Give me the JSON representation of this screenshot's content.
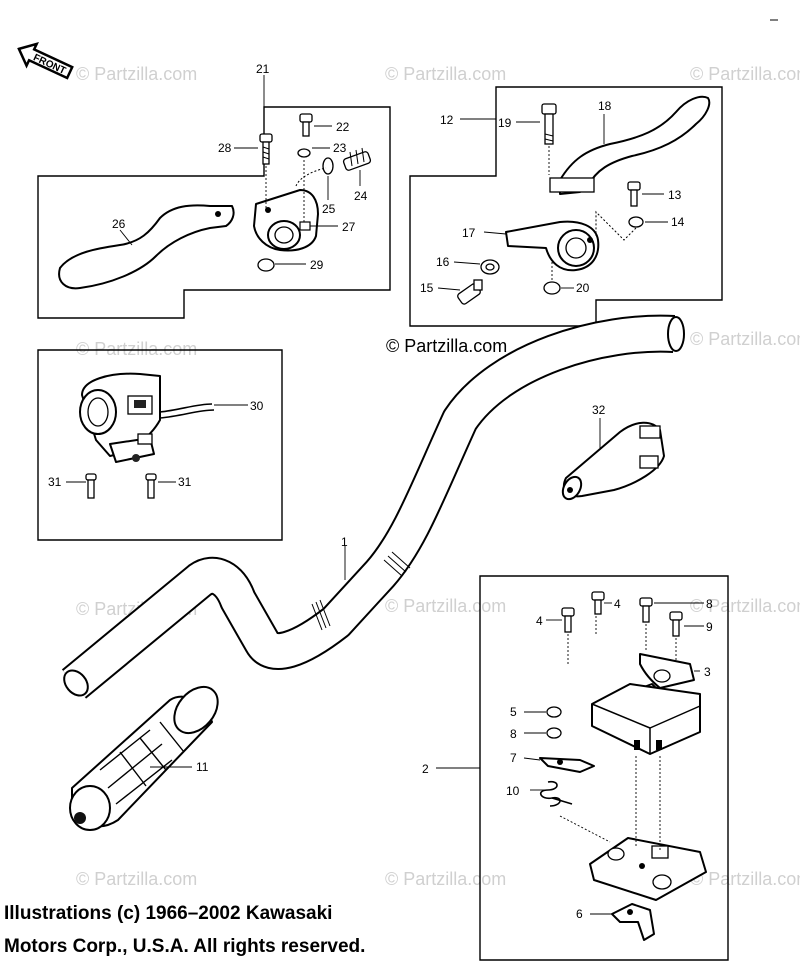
{
  "front_badge": "FRONT",
  "watermark": "© Partzilla.com",
  "callouts": {
    "n1": "1",
    "n2": "2",
    "n3": "3",
    "n4a": "4",
    "n4b": "4",
    "n5": "5",
    "n6": "6",
    "n7": "7",
    "n8": "8",
    "n8b": "8",
    "n9": "9",
    "n10": "10",
    "n11": "11",
    "n12": "12",
    "n13": "13",
    "n14": "14",
    "n15": "15",
    "n16": "16",
    "n17": "17",
    "n18": "18",
    "n19": "19",
    "n20": "20",
    "n21": "21",
    "n22": "22",
    "n23": "23",
    "n24": "24",
    "n25": "25",
    "n26": "26",
    "n27": "27",
    "n28": "28",
    "n29": "29",
    "n30": "30",
    "n31a": "31",
    "n31b": "31",
    "n32": "32"
  },
  "copyright": {
    "line1": "Illustrations (c) 1966–2002 Kawasaki",
    "line2": "Motors Corp., U.S.A.  All rights reserved."
  }
}
